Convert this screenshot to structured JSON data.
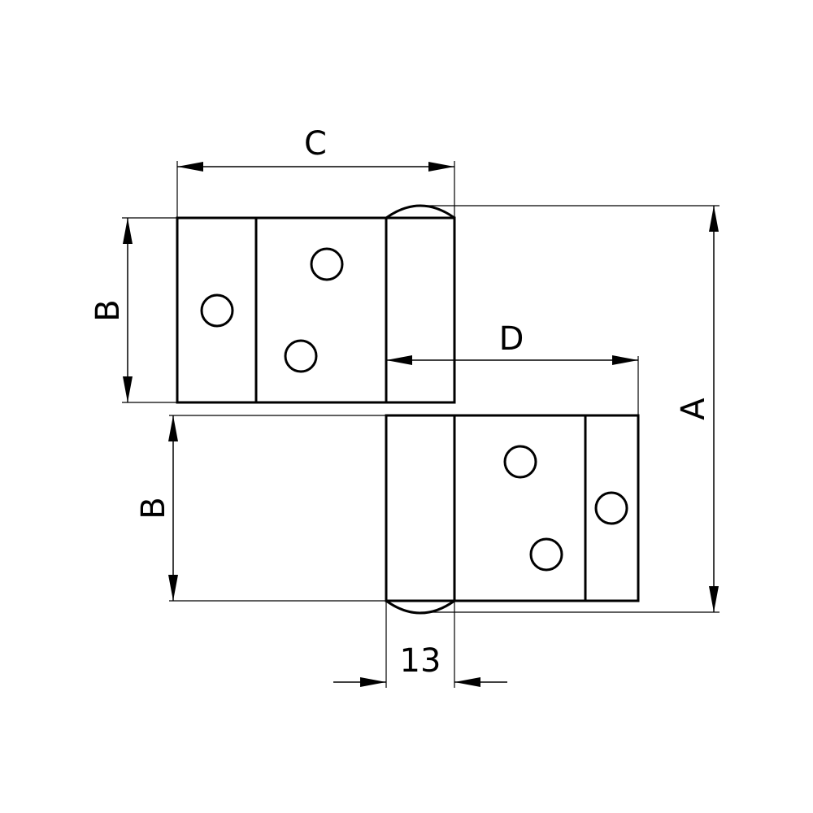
{
  "dimensions": {
    "overall_height": {
      "label": "A"
    },
    "leaf_height_top": {
      "label": "B"
    },
    "leaf_height_bottom": {
      "label": "B"
    },
    "top_leaf_width": {
      "label": "C"
    },
    "bottom_leaf_width": {
      "label": "D"
    },
    "barrel_diameter": {
      "label": "13"
    }
  },
  "colors": {
    "line": "#000000",
    "background": "#ffffff"
  }
}
